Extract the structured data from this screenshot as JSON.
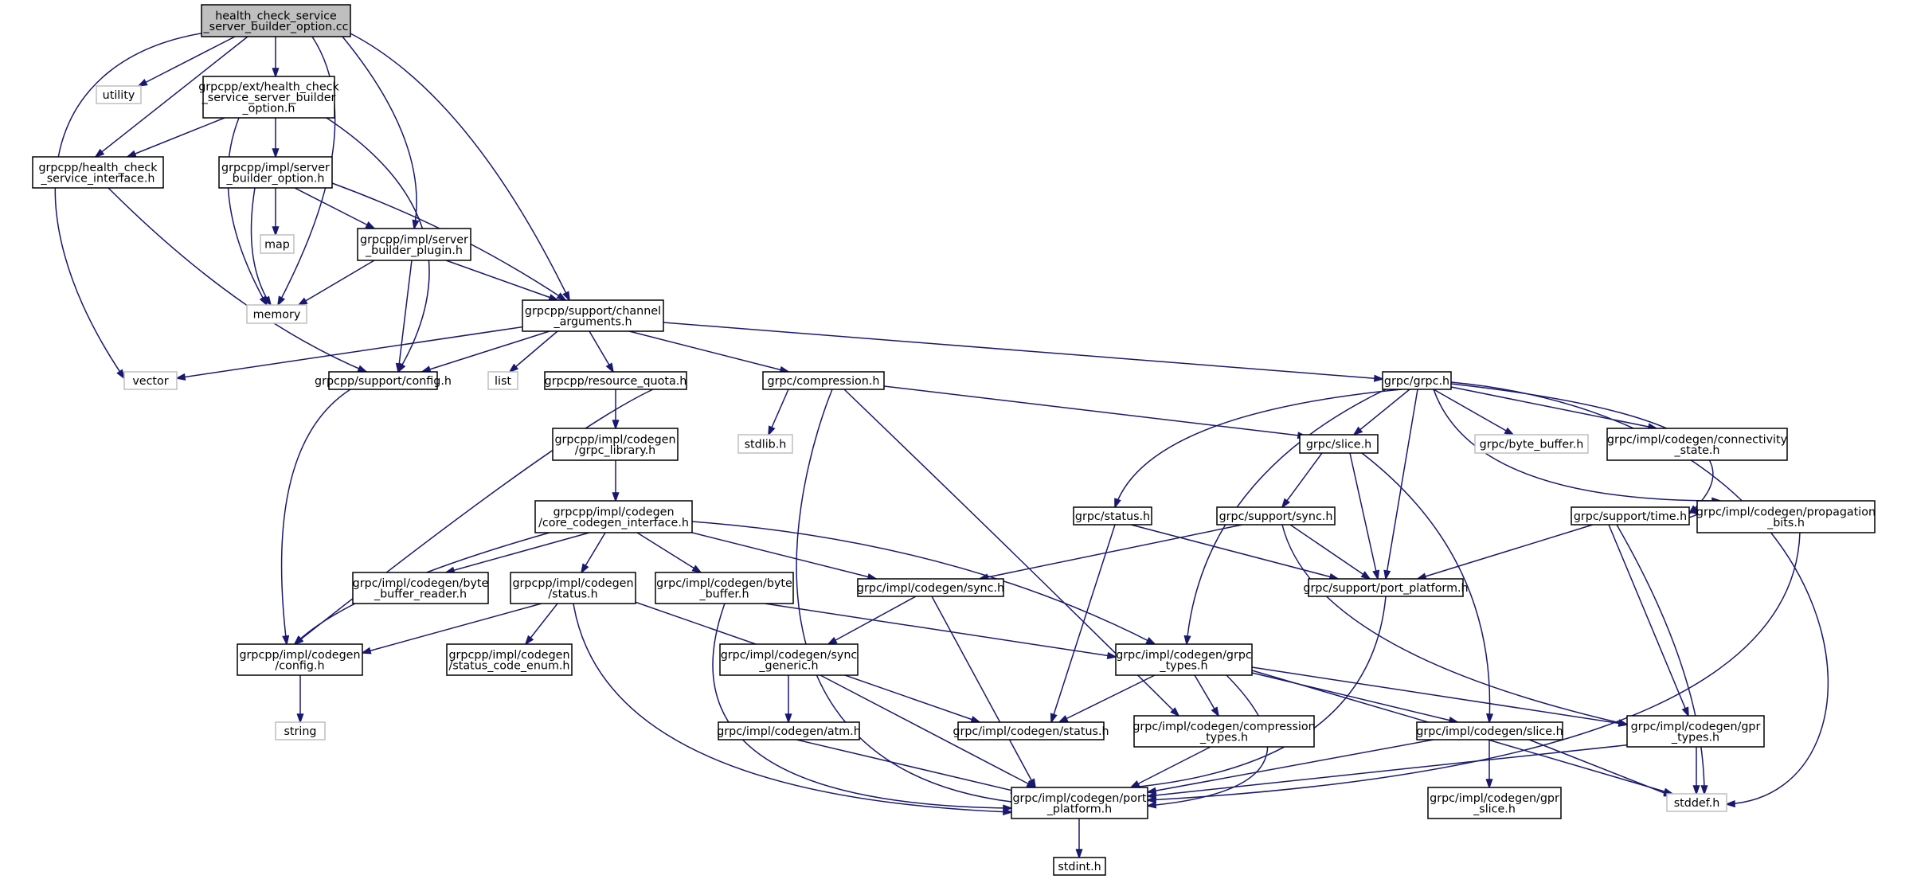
{
  "graph_title": "",
  "colors": {
    "edge": "#191970",
    "root_fill": "#bfbfbf",
    "system_stroke": "#bfbfbf",
    "project_stroke": "#000000"
  },
  "nodes": {
    "root": [
      "health_check_service",
      "_server_builder_option.cc"
    ],
    "utility": [
      "utility"
    ],
    "ext_hc_sbo": [
      "grpcpp/ext/health_check",
      "_service_server_builder",
      "_option.h"
    ],
    "hc_iface": [
      "grpcpp/health_check",
      "_service_interface.h"
    ],
    "sbo": [
      "grpcpp/impl/server",
      "_builder_option.h"
    ],
    "map": [
      "map"
    ],
    "sbp": [
      "grpcpp/impl/server",
      "_builder_plugin.h"
    ],
    "memory": [
      "memory"
    ],
    "chan_args": [
      "grpcpp/support/channel",
      "_arguments.h"
    ],
    "vector": [
      "vector"
    ],
    "config": [
      "grpcpp/support/config.h"
    ],
    "list": [
      "list"
    ],
    "resq": [
      "grpcpp/resource_quota.h"
    ],
    "compr": [
      "grpc/compression.h"
    ],
    "grpch": [
      "grpc/grpc.h"
    ],
    "stdlib": [
      "stdlib.h"
    ],
    "grpclib": [
      "grpcpp/impl/codegen",
      "/grpc_library.h"
    ],
    "slice": [
      "grpc/slice.h"
    ],
    "bbuf": [
      "grpc/byte_buffer.h"
    ],
    "connst": [
      "grpc/impl/codegen/connectivity",
      "_state.h"
    ],
    "corecg": [
      "grpcpp/impl/codegen",
      "/core_codegen_interface.h"
    ],
    "statush": [
      "grpc/status.h"
    ],
    "ssync": [
      "grpc/support/sync.h"
    ],
    "stime": [
      "grpc/support/time.h"
    ],
    "propbits": [
      "grpc/impl/codegen/propagation",
      "_bits.h"
    ],
    "bbreader": [
      "grpc/impl/codegen/byte",
      "_buffer_reader.h"
    ],
    "cgstatus": [
      "grpcpp/impl/codegen",
      "/status.h"
    ],
    "cgbbuf": [
      "grpc/impl/codegen/byte",
      "_buffer.h"
    ],
    "cgsync": [
      "grpc/impl/codegen/sync.h"
    ],
    "pplat": [
      "grpc/support/port_platform.h"
    ],
    "cgconfig": [
      "grpcpp/impl/codegen",
      "/config.h"
    ],
    "sce": [
      "grpcpp/impl/codegen",
      "/status_code_enum.h"
    ],
    "syncgen": [
      "grpc/impl/codegen/sync",
      "_generic.h"
    ],
    "grpctypes": [
      "grpc/impl/codegen/grpc",
      "_types.h"
    ],
    "string": [
      "string"
    ],
    "atm": [
      "grpc/impl/codegen/atm.h"
    ],
    "cgstat2": [
      "grpc/impl/codegen/status.h"
    ],
    "comptypes": [
      "grpc/impl/codegen/compression",
      "_types.h"
    ],
    "cgslice": [
      "grpc/impl/codegen/slice.h"
    ],
    "gprtypes": [
      "grpc/impl/codegen/gpr",
      "_types.h"
    ],
    "cgpplat": [
      "grpc/impl/codegen/port",
      "_platform.h"
    ],
    "stddef": [
      "stddef.h"
    ],
    "gprslice": [
      "grpc/impl/codegen/gpr",
      "_slice.h"
    ],
    "stdint": [
      "stdint.h"
    ]
  }
}
